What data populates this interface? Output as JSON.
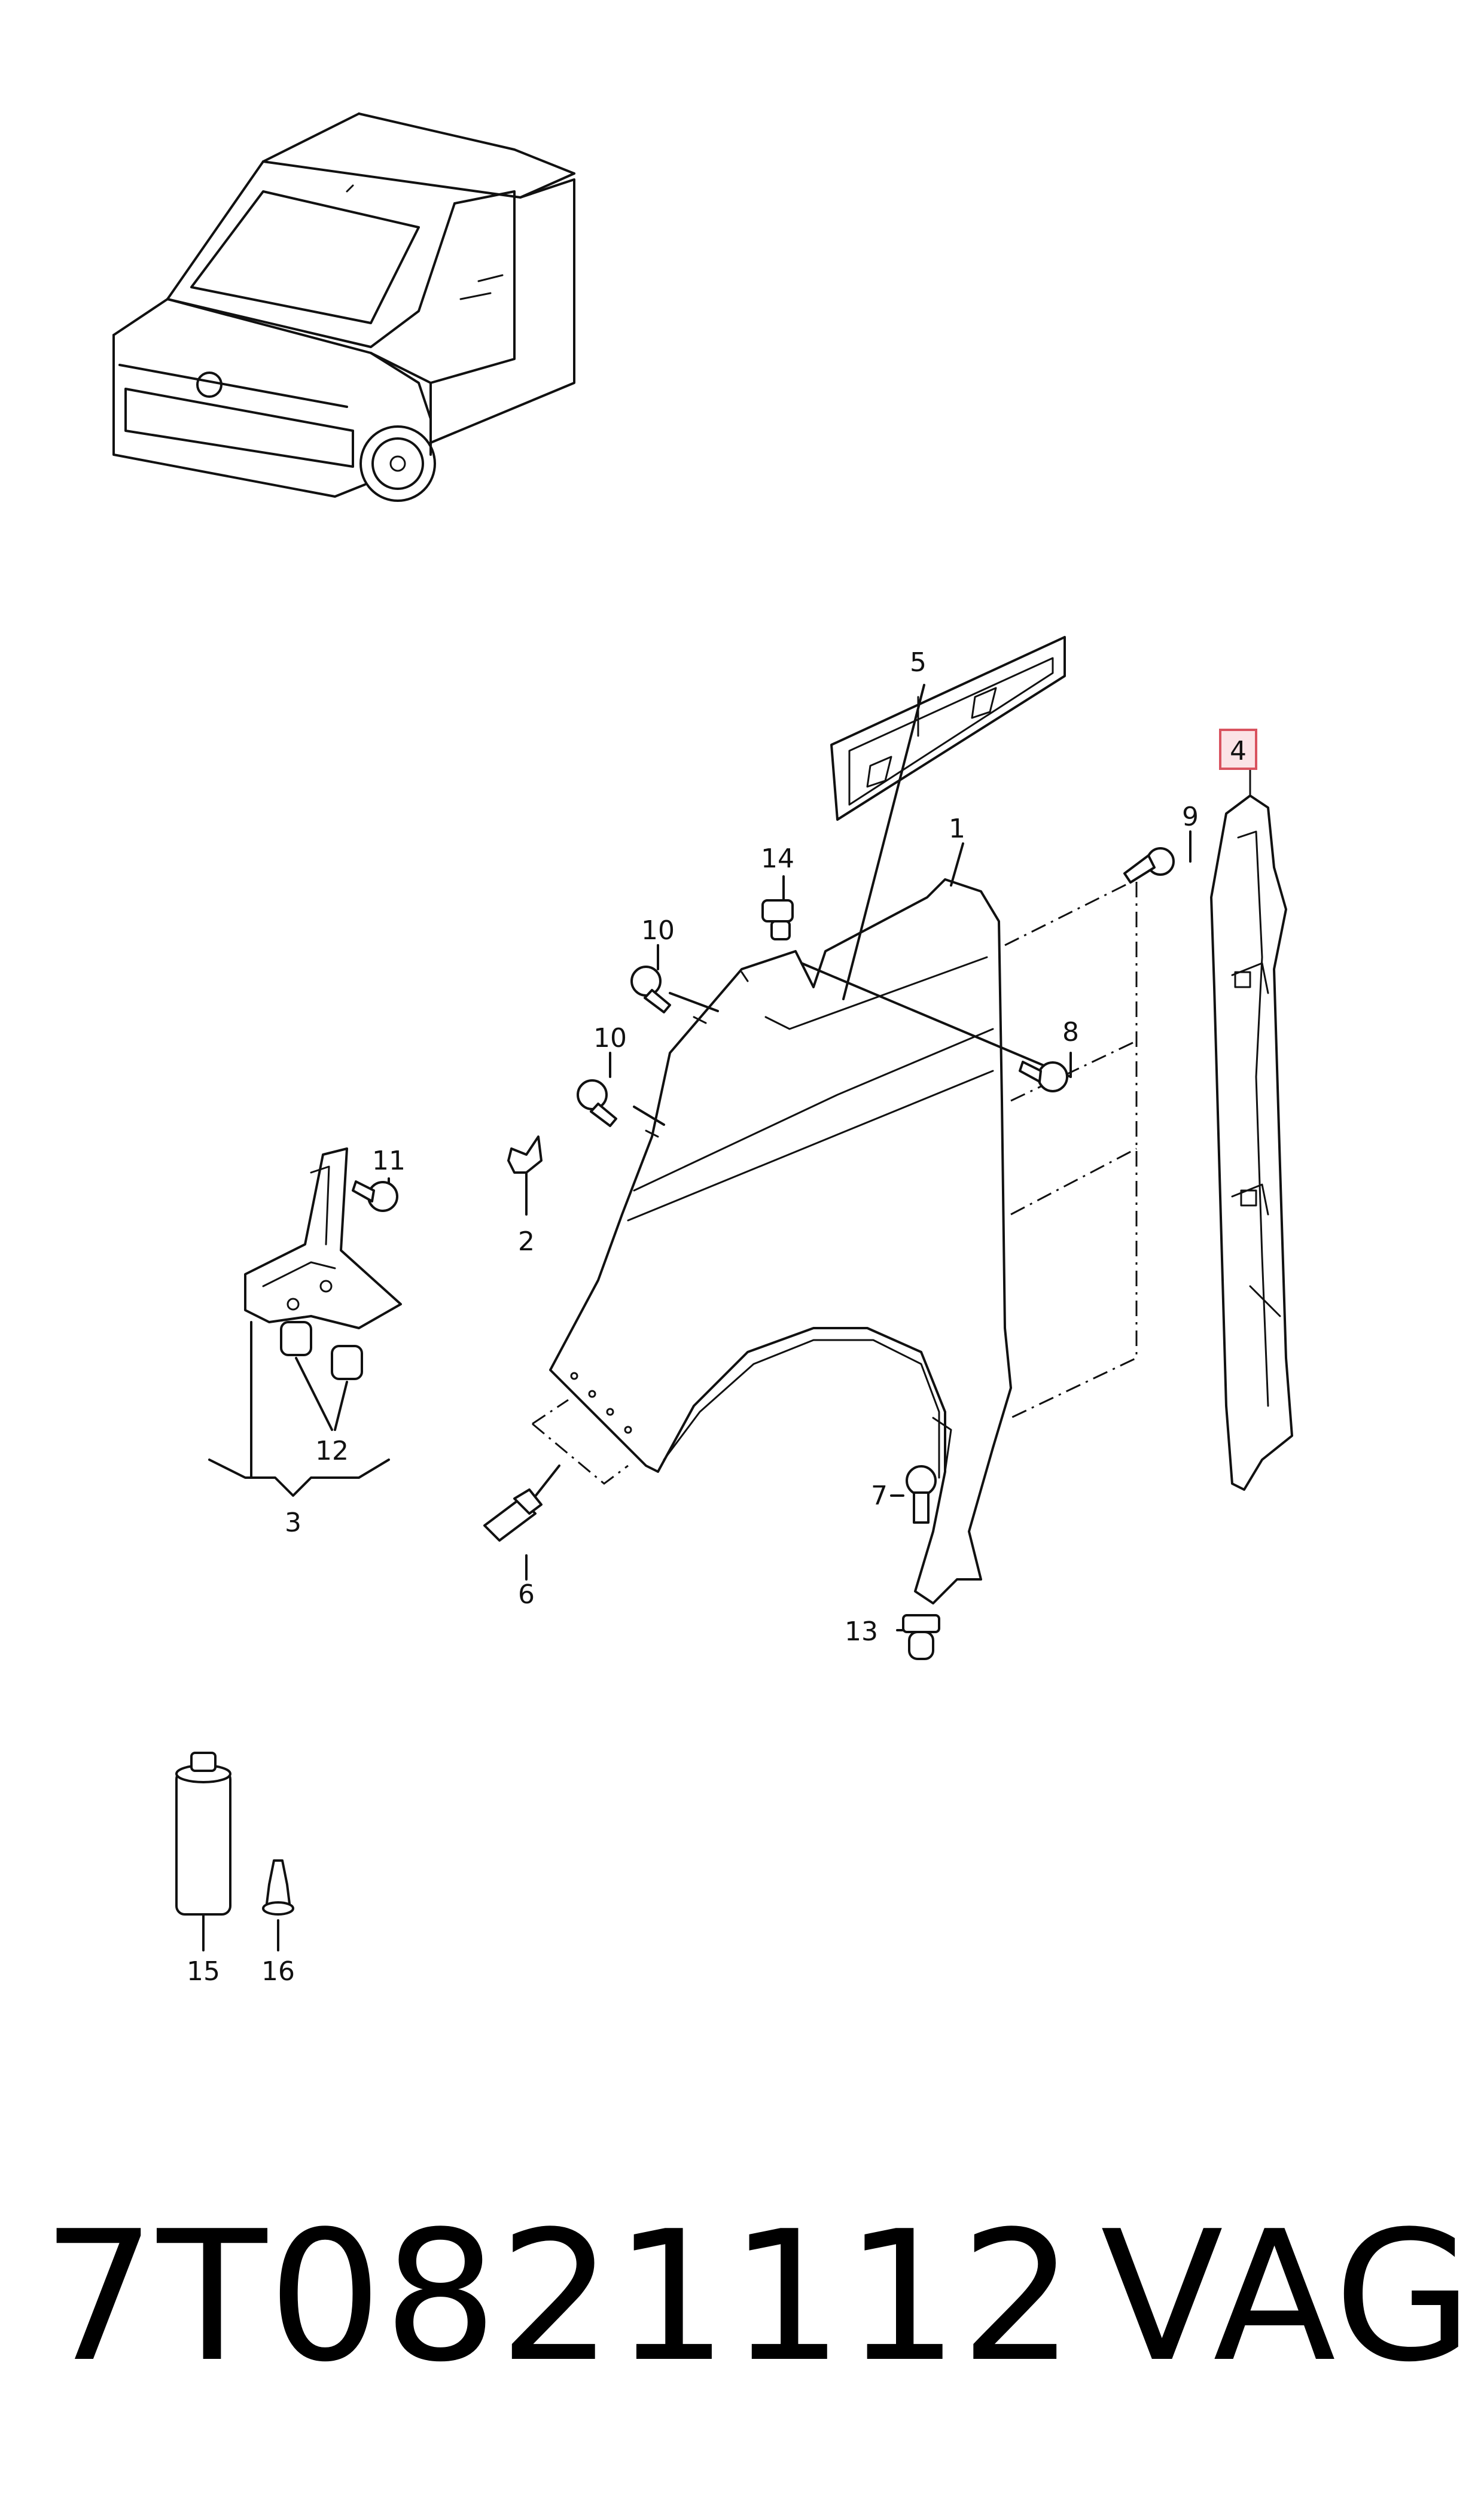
{
  "labels": {
    "l1": "1",
    "l2": "2",
    "l3": "3",
    "l4": "4",
    "l5": "5",
    "l6": "6",
    "l7": "7",
    "l8": "8",
    "l9": "9",
    "l10a": "10",
    "l10b": "10",
    "l11": "11",
    "l12": "12",
    "l13": "13",
    "l14": "14",
    "l15": "15",
    "l16": "16"
  },
  "highlighted_label": "4",
  "part_number": "7T0821112",
  "brand": "VAG",
  "colors": {
    "highlight_fill": "#fbe3e6",
    "highlight_stroke": "#d9535f",
    "ink": "#111111"
  }
}
